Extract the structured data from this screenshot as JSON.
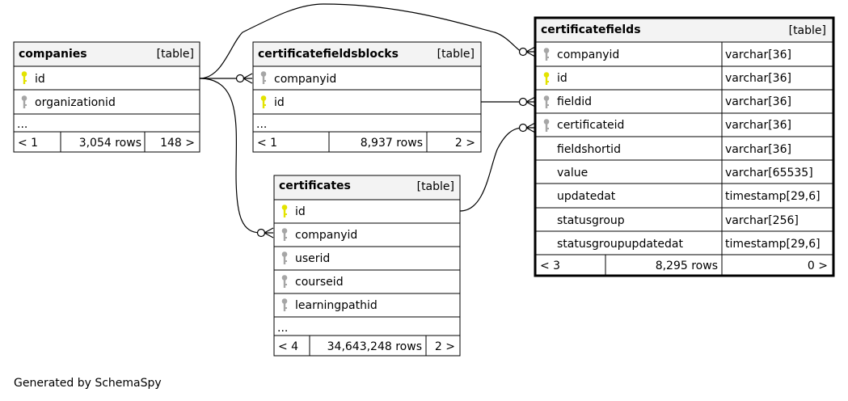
{
  "colors": {
    "primary_key": "#e3e300",
    "foreign_key": "#a6a6a6",
    "header_bg": "#f3f3f3",
    "border": "#000000"
  },
  "tables": {
    "companies": {
      "name": "companies",
      "kind": "[table]",
      "rows": [
        {
          "name": "id",
          "key": "primary-key-icon"
        },
        {
          "name": "organizationid",
          "key": "foreign-key-icon"
        },
        {
          "name": "..."
        }
      ],
      "footer": {
        "parents": "< 1",
        "rows": "3,054 rows",
        "children": "148 >"
      }
    },
    "certificatefieldsblocks": {
      "name": "certificatefieldsblocks",
      "kind": "[table]",
      "rows": [
        {
          "name": "companyid",
          "key": "foreign-key-icon"
        },
        {
          "name": "id",
          "key": "primary-key-icon"
        },
        {
          "name": "..."
        }
      ],
      "footer": {
        "parents": "< 1",
        "rows": "8,937 rows",
        "children": "2 >"
      }
    },
    "certificates": {
      "name": "certificates",
      "kind": "[table]",
      "rows": [
        {
          "name": "id",
          "key": "primary-key-icon"
        },
        {
          "name": "companyid",
          "key": "foreign-key-icon"
        },
        {
          "name": "userid",
          "key": "foreign-key-icon"
        },
        {
          "name": "courseid",
          "key": "foreign-key-icon"
        },
        {
          "name": "learningpathid",
          "key": "foreign-key-icon"
        },
        {
          "name": "..."
        }
      ],
      "footer": {
        "parents": "< 4",
        "rows": "34,643,248 rows",
        "children": "2 >"
      }
    },
    "certificatefields": {
      "name": "certificatefields",
      "kind": "[table]",
      "rows": [
        {
          "name": "companyid",
          "type": "varchar[36]",
          "key": "foreign-key-icon"
        },
        {
          "name": "id",
          "type": "varchar[36]",
          "key": "primary-key-icon"
        },
        {
          "name": "fieldid",
          "type": "varchar[36]",
          "key": "foreign-key-icon"
        },
        {
          "name": "certificateid",
          "type": "varchar[36]",
          "key": "foreign-key-icon"
        },
        {
          "name": "fieldshortid",
          "type": "varchar[36]"
        },
        {
          "name": "value",
          "type": "varchar[65535]"
        },
        {
          "name": "updatedat",
          "type": "timestamp[29,6]"
        },
        {
          "name": "statusgroup",
          "type": "varchar[256]"
        },
        {
          "name": "statusgroupupdatedat",
          "type": "timestamp[29,6]"
        }
      ],
      "footer": {
        "parents": "< 3",
        "rows": "8,295 rows",
        "children": "0 >"
      }
    }
  },
  "footer_text": "Generated by SchemaSpy"
}
